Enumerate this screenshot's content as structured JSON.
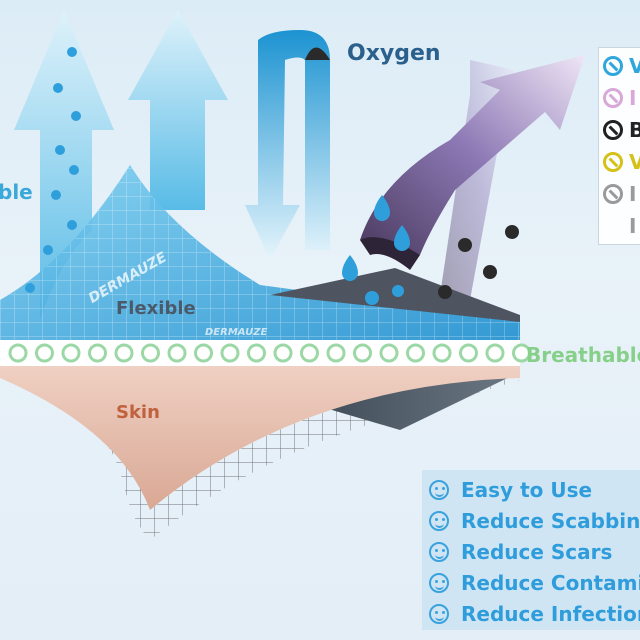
{
  "labels": {
    "left_clip": "ble",
    "oxygen": "Oxygen",
    "flexible": "Flexible",
    "skin": "Skin",
    "breathable": "Breathable",
    "brand_watermark": "DERMAUZE",
    "brand_watermark_small": "DERMAUZE"
  },
  "legend": {
    "items": [
      {
        "letter": "V",
        "color": "#2fa7dd"
      },
      {
        "letter": "I",
        "color": "#d8a8d8"
      },
      {
        "letter": "B",
        "color": "#222222"
      },
      {
        "letter": "V",
        "color": "#d4c219"
      },
      {
        "letter": "I",
        "color": "#9a9a9a"
      },
      {
        "letter": "I",
        "color": "#9a9a9a"
      }
    ]
  },
  "benefits": [
    {
      "icon": "smiley-icon",
      "text": "Easy to Use"
    },
    {
      "icon": "smiley-icon",
      "text": "Reduce Scabbing"
    },
    {
      "icon": "smiley-icon",
      "text": "Reduce Scars"
    },
    {
      "icon": "smiley-icon",
      "text": "Reduce Contami"
    },
    {
      "icon": "smiley-icon",
      "text": "Reduce Infection"
    }
  ],
  "colors": {
    "water_arrow": "#5cc3ea",
    "oxygen_arrow": "#1e98d4",
    "purple_arrow": "#8e78b8",
    "bead_green": "#9bd8a6",
    "skin": "#e8c2b2",
    "accent_text": "#2f9ddb"
  }
}
